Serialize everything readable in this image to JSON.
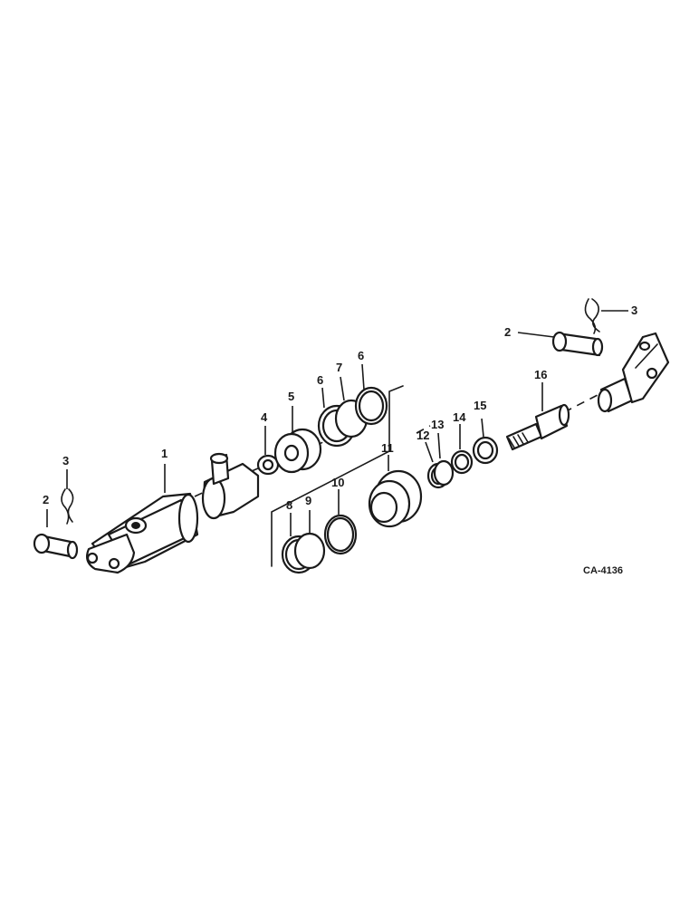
{
  "diagram": {
    "figure_code": "CA-4136",
    "callouts": {
      "c1": "1",
      "c2_left": "2",
      "c3_left": "3",
      "c2_right": "2",
      "c3_right": "3",
      "c4": "4",
      "c5": "5",
      "c6_a": "6",
      "c7": "7",
      "c6_b": "6",
      "c8": "8",
      "c9": "9",
      "c10": "10",
      "c11": "11",
      "c12": "12",
      "c13": "13",
      "c14": "14",
      "c15": "15",
      "c16": "16"
    }
  }
}
